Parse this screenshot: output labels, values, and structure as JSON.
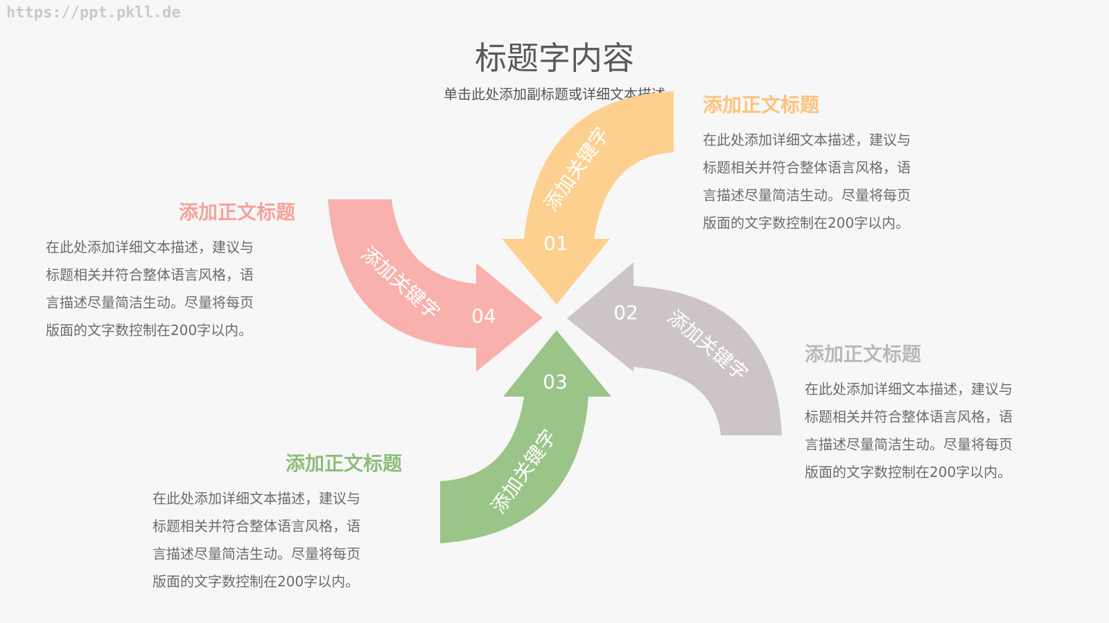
{
  "watermark": "https://ppt.pkll.de",
  "title": "标题字内容",
  "subtitle": "单击此处添加副标题或详细文本描述",
  "colors": {
    "orange": "#fdd08f",
    "gray": "#ccc4c5",
    "green": "#9bc489",
    "pink": "#f8b1ac"
  },
  "arrows": [
    {
      "number": "01",
      "keyword": "添加关键字",
      "color": "#fdd08f"
    },
    {
      "number": "02",
      "keyword": "添加关键字",
      "color": "#ccc4c5"
    },
    {
      "number": "03",
      "keyword": "添加关键字",
      "color": "#9bc489"
    },
    {
      "number": "04",
      "keyword": "添加关键字",
      "color": "#f8b1ac"
    }
  ],
  "blocks": [
    {
      "heading": "添加正文标题",
      "lines": [
        "在此处添加详细文本描述，建议与",
        "标题相关并符合整体语言风格，语",
        "言描述尽量简洁生动。尽量将每页",
        "版面的文字数控制在200字以内。"
      ]
    },
    {
      "heading": "添加正文标题",
      "lines": [
        "在此处添加详细文本描述，建议与",
        "标题相关并符合整体语言风格，语",
        "言描述尽量简洁生动。尽量将每页",
        "版面的文字数控制在200字以内。"
      ]
    },
    {
      "heading": "添加正文标题",
      "lines": [
        "在此处添加详细文本描述，建议与",
        "标题相关并符合整体语言风格，语",
        "言描述尽量简洁生动。尽量将每页",
        "版面的文字数控制在200字以内。"
      ]
    },
    {
      "heading": "添加正文标题",
      "lines": [
        "在此处添加详细文本描述，建议与",
        "标题相关并符合整体语言风格，语",
        "言描述尽量简洁生动。尽量将每页",
        "版面的文字数控制在200字以内。"
      ]
    }
  ]
}
